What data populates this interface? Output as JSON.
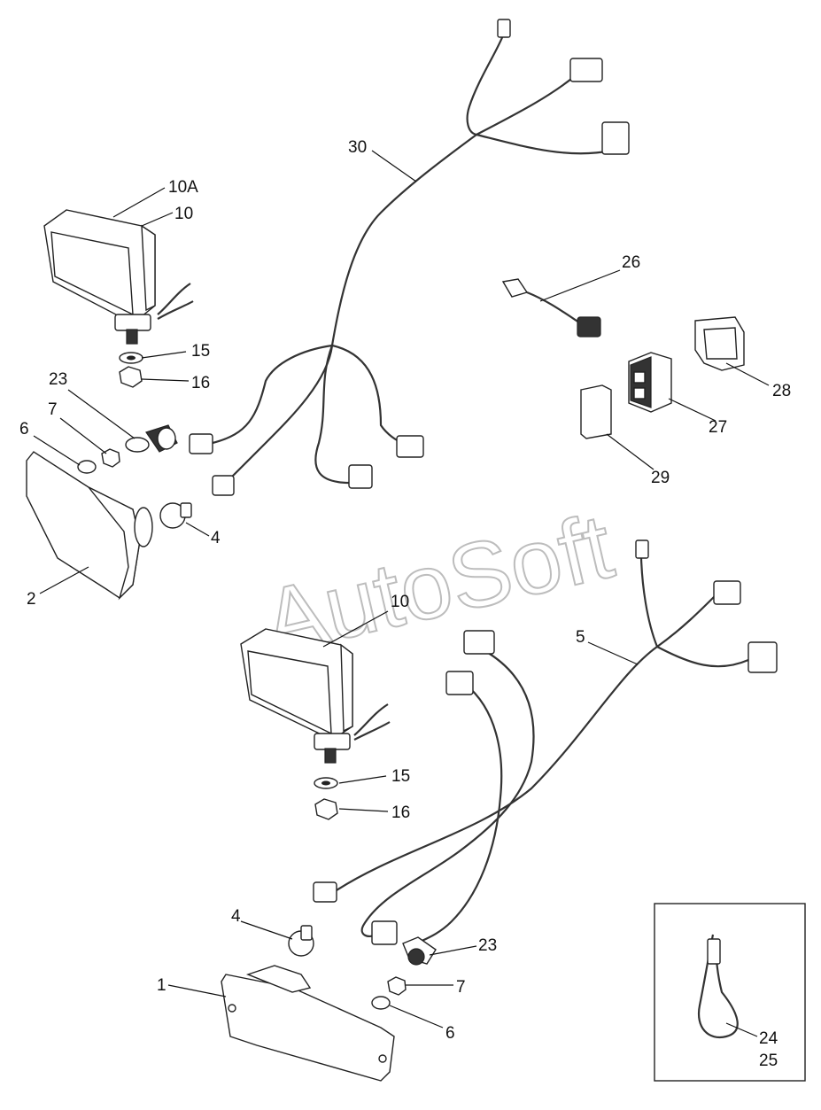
{
  "watermark": "AutoSoft",
  "callouts": {
    "c30": "30",
    "c10a": "10A",
    "c10_top": "10",
    "c15_top": "15",
    "c16_top": "16",
    "c23_top": "23",
    "c7_top": "7",
    "c6_top": "6",
    "c4_top": "4",
    "c2": "2",
    "c26": "26",
    "c28": "28",
    "c27": "27",
    "c29": "29",
    "c10_bot": "10",
    "c5": "5",
    "c15_bot": "15",
    "c16_bot": "16",
    "c4_bot": "4",
    "c23_bot": "23",
    "c1": "1",
    "c7_bot": "7",
    "c6_bot": "6",
    "c24": "24",
    "c25": "25"
  }
}
